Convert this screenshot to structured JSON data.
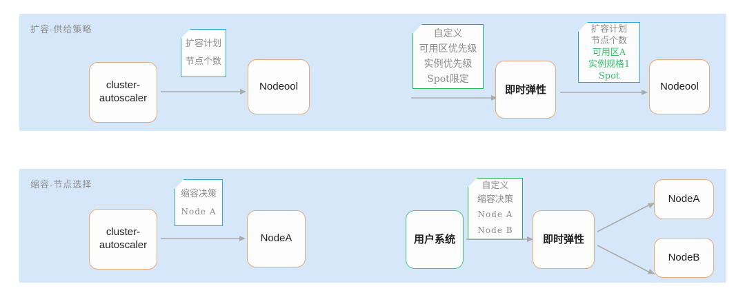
{
  "meta": {
    "accent_blue_panel": "#d6e7f9",
    "node_border_orange": "#e8a877",
    "node_border_green": "#4ec37f",
    "note_border_blue": "#29a3e8",
    "note_border_green": "#22b357",
    "note_text_gray": "#8c8c8c",
    "note_text_green": "#35c06a",
    "arrow_gray": "#aaaaaa",
    "background": "#ffffff"
  },
  "panels": [
    {
      "id": "scale-out",
      "title": "扩容-供给策略",
      "nodes": [
        {
          "id": "cluster-autoscaler-top",
          "label": "cluster-\nautoscaler",
          "script": "latin"
        },
        {
          "id": "nodepool-1",
          "label": "Nodeool",
          "script": "latin"
        },
        {
          "id": "instant-elasticity-top",
          "label": "即时弹性",
          "script": "cjk"
        },
        {
          "id": "nodepool-2",
          "label": "Nodeool",
          "script": "latin"
        }
      ],
      "notes": [
        {
          "id": "scale-out-plan-note",
          "border": "blue",
          "lines": [
            {
              "text": "扩容计划",
              "color": "gray"
            },
            {
              "text": "节点个数",
              "color": "gray"
            }
          ]
        },
        {
          "id": "custom-supply-policy-note",
          "border": "green",
          "lines": [
            {
              "text": "自定义",
              "color": "gray"
            },
            {
              "text": "可用区优先级",
              "color": "gray"
            },
            {
              "text": "实例优先级",
              "color": "gray"
            },
            {
              "text": "Spot限定",
              "color": "gray"
            }
          ]
        },
        {
          "id": "resolved-scale-out-plan-note",
          "border": "blue",
          "lines": [
            {
              "text": "扩容计划",
              "color": "gray"
            },
            {
              "text": "节点个数",
              "color": "gray"
            },
            {
              "text": "可用区A",
              "color": "green"
            },
            {
              "text": "实例规格1",
              "color": "green"
            },
            {
              "text": "Spot",
              "color": "green"
            }
          ]
        }
      ]
    },
    {
      "id": "scale-in",
      "title": "缩容-节点选择",
      "nodes": [
        {
          "id": "cluster-autoscaler-bottom",
          "label": "cluster-\nautoscaler",
          "script": "latin"
        },
        {
          "id": "node-a-left",
          "label": "NodeA",
          "script": "latin"
        },
        {
          "id": "user-system",
          "label": "用户系统",
          "script": "cjk"
        },
        {
          "id": "instant-elasticity-bottom",
          "label": "即时弹性",
          "script": "cjk"
        },
        {
          "id": "node-a-right",
          "label": "NodeA",
          "script": "latin"
        },
        {
          "id": "node-b-right",
          "label": "NodeB",
          "script": "latin"
        }
      ],
      "notes": [
        {
          "id": "scale-in-decision-note",
          "border": "blue",
          "lines": [
            {
              "text": "缩容决策",
              "color": "gray"
            },
            {
              "text": "Node A",
              "color": "gray"
            }
          ]
        },
        {
          "id": "custom-scale-in-decision-note",
          "border": "green",
          "lines": [
            {
              "text": "自定义",
              "color": "gray"
            },
            {
              "text": "缩容决策",
              "color": "gray"
            },
            {
              "text": "Node A",
              "color": "gray"
            },
            {
              "text": "Node B",
              "color": "gray"
            }
          ]
        }
      ]
    }
  ]
}
